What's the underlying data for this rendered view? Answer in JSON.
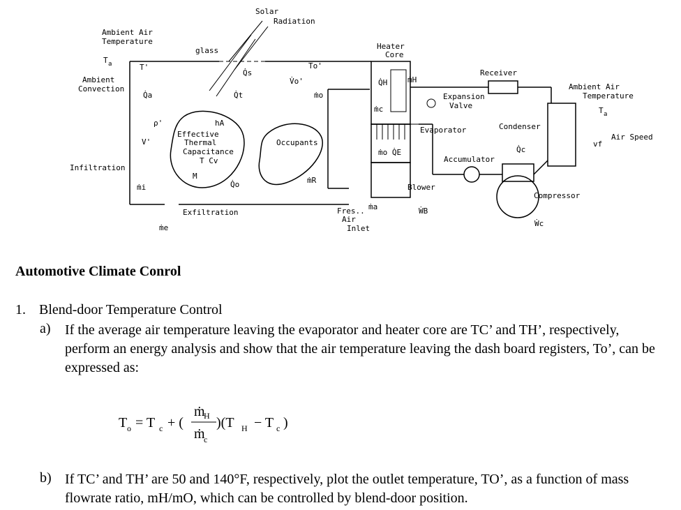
{
  "diagram": {
    "labels": {
      "solar": "Solar",
      "radiation": "Radiation",
      "ambient_air": "Ambient Air",
      "temperature": "Temperature",
      "ta": "T",
      "ta_sub": "a",
      "ambient_conv_1": "Ambient",
      "ambient_conv_2": "Convection",
      "glass": "glass",
      "t_prime": "T'",
      "qs": "Q̇s",
      "vo": "V̇o'",
      "to_prime": "To'",
      "mo": "ṁo",
      "heater_1": "Heater",
      "heater_2": "Core",
      "qh": "Q̇H",
      "mh": "ṁH",
      "receiver": "Receiver",
      "ambient_air_r": "Ambient Air",
      "temperature_r": "Temperature",
      "ta_r": "T",
      "ta_r_sub": "a",
      "qa": "Q̇a",
      "qt": "Q̇t",
      "rho": "ρ'",
      "v": "V'",
      "ha": "hA",
      "etc_1": "Effective",
      "etc_2": "Thermal",
      "etc_3": "Capacitance",
      "etc_4": "T  Cv",
      "etc_5": "M",
      "occupants": "Occupants",
      "mc": "ṁc",
      "expansion_1": "Expansion",
      "expansion_2": "Valve",
      "evaporator": "Evaporator",
      "condenser": "Condenser",
      "air_speed": "Air Speed",
      "vf": "vf",
      "infiltration": "Infiltration",
      "mi": "ṁi",
      "qo": "Q̇o",
      "mr": "ṁR",
      "mo_qe": "ṁo Q̇E",
      "accumulator": "Accumulator",
      "qc": "Q̇c",
      "blower": "Blower",
      "compressor": "Compressor",
      "exfiltration": "Exfiltration",
      "me": "ṁe",
      "fresh_1": "Fres..",
      "fresh_2": "Air",
      "fresh_3": "Inlet",
      "ma": "ṁa",
      "wb": "ẆB",
      "wc": "Ẇc"
    }
  },
  "text": {
    "title": "Automotive Climate Conrol",
    "item_number": "1.",
    "item_title": "Blend-door Temperature Control",
    "part_a_mark": "a)",
    "part_a": "If the average air temperature leaving the evaporator and heater core are TC’ and TH’, respectively, perform an energy analysis and show that the air temperature leaving the dash board registers, To’, can be expressed as:",
    "equation": {
      "lhs": "T",
      "lhs_sub": "o",
      "eq_t": "= T",
      "t_c_sub": "c",
      "plus": "+ (",
      "num": "ṁ",
      "num_sub": "H",
      "den": "ṁ",
      "den_sub": "c",
      "mid": ")(T",
      "h_sub": "H",
      "minus": "− T",
      "c_sub": "c",
      "close": ")"
    },
    "part_b_mark": "b)",
    "part_b": "If TC’ and TH’ are 50 and 140°F, respectively, plot the outlet temperature, TO’, as a function of mass flowrate ratio, mH/mO, which can be controlled by blend-door position."
  }
}
